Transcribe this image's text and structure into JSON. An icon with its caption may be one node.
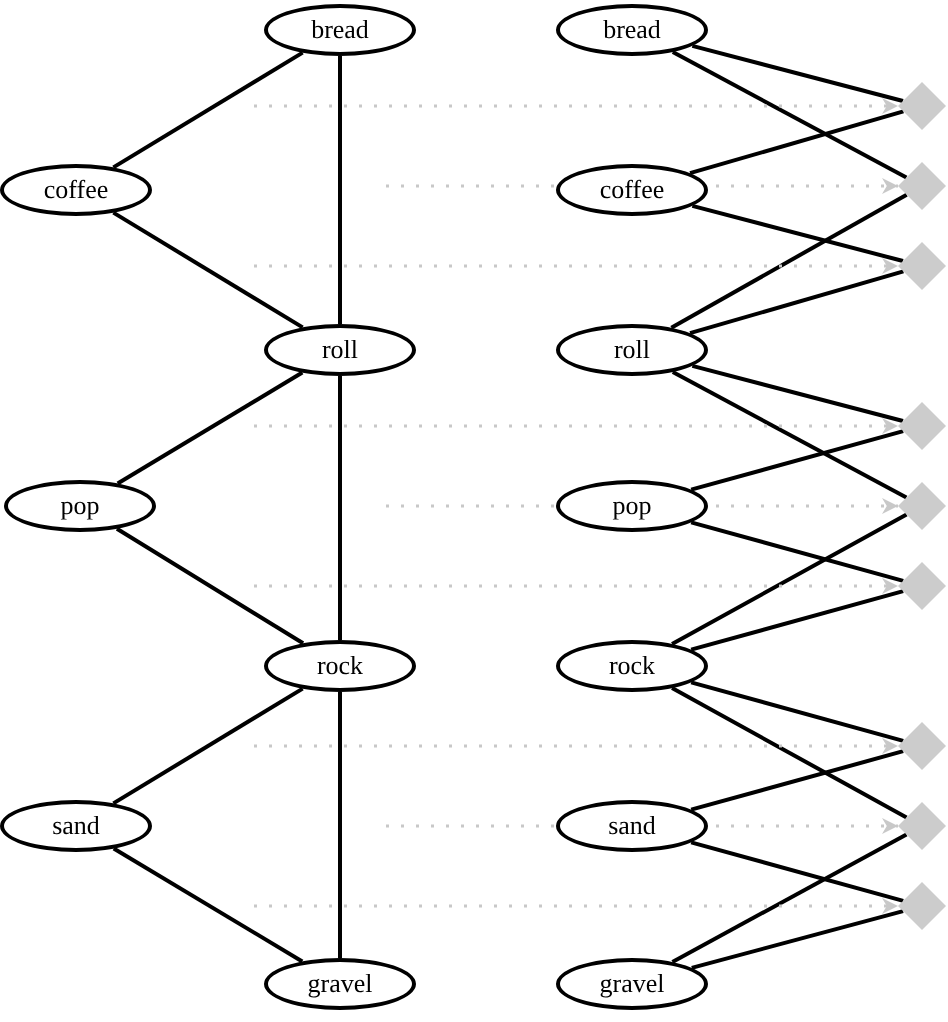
{
  "diagram": {
    "nodes": [
      {
        "text": [
          "bread"
        ]
      },
      {
        "text": [
          "coffee"
        ]
      },
      {
        "text": [
          "roll"
        ]
      },
      {
        "text": [
          "pop"
        ]
      },
      {
        "text": [
          "rock"
        ]
      },
      {
        "text": [
          "sand"
        ]
      },
      {
        "text": [
          "gravel"
        ]
      },
      {
        "text": [
          "bread"
        ]
      },
      {
        "text": [
          "coffee"
        ]
      },
      {
        "text": [
          "roll"
        ]
      },
      {
        "text": [
          "pop"
        ]
      },
      {
        "text": [
          "rock"
        ]
      },
      {
        "text": [
          "sand"
        ]
      },
      {
        "text": [
          "gravel"
        ]
      },
      {
        "text": [],
        "shape": "diamond"
      },
      {
        "text": [],
        "shape": "diamond"
      },
      {
        "text": [],
        "shape": "diamond"
      },
      {
        "text": [],
        "shape": "diamond"
      },
      {
        "text": [],
        "shape": "diamond"
      },
      {
        "text": [],
        "shape": "diamond"
      },
      {
        "text": [],
        "shape": "diamond"
      },
      {
        "text": [],
        "shape": "diamond"
      },
      {
        "text": [],
        "shape": "diamond"
      }
    ],
    "edges": [
      {
        "from": 0,
        "to": 1,
        "arrow": "none"
      },
      {
        "from": 0,
        "to": 2,
        "arrow": "none"
      },
      {
        "from": 1,
        "to": 2,
        "arrow": "none"
      },
      {
        "from": 2,
        "to": 3,
        "arrow": "none"
      },
      {
        "from": 2,
        "to": 4,
        "arrow": "none"
      },
      {
        "from": 3,
        "to": 4,
        "arrow": "none"
      },
      {
        "from": 4,
        "to": 5,
        "arrow": "none"
      },
      {
        "from": 4,
        "to": 6,
        "arrow": "none"
      },
      {
        "from": 5,
        "to": 6,
        "arrow": "none"
      },
      {
        "from": 7,
        "to": 14,
        "arrow": "none"
      },
      {
        "from": 8,
        "to": 14,
        "arrow": "none"
      },
      {
        "from": 7,
        "to": 15,
        "arrow": "none"
      },
      {
        "from": 9,
        "to": 15,
        "arrow": "none"
      },
      {
        "from": 8,
        "to": 16,
        "arrow": "none"
      },
      {
        "from": 9,
        "to": 16,
        "arrow": "none"
      },
      {
        "from": 9,
        "to": 17,
        "arrow": "none"
      },
      {
        "from": 10,
        "to": 17,
        "arrow": "none"
      },
      {
        "from": 9,
        "to": 18,
        "arrow": "none"
      },
      {
        "from": 11,
        "to": 18,
        "arrow": "none"
      },
      {
        "from": 10,
        "to": 19,
        "arrow": "none"
      },
      {
        "from": 11,
        "to": 19,
        "arrow": "none"
      },
      {
        "from": 11,
        "to": 20,
        "arrow": "none"
      },
      {
        "from": 12,
        "to": 20,
        "arrow": "none"
      },
      {
        "from": 11,
        "to": 21,
        "arrow": "none"
      },
      {
        "from": 13,
        "to": 21,
        "arrow": "none"
      },
      {
        "from": 12,
        "to": 22,
        "arrow": "none"
      },
      {
        "from": 13,
        "to": 22,
        "arrow": "none"
      },
      {
        "from": null,
        "to": 14,
        "arrow": "to",
        "style": "dashed",
        "color": "#c8c8c8"
      },
      {
        "from": null,
        "to": 15,
        "arrow": "to",
        "style": "dashed",
        "color": "#c8c8c8"
      },
      {
        "from": null,
        "to": 16,
        "arrow": "to",
        "style": "dashed",
        "color": "#c8c8c8"
      },
      {
        "from": null,
        "to": 17,
        "arrow": "to",
        "style": "dashed",
        "color": "#c8c8c8"
      },
      {
        "from": null,
        "to": 18,
        "arrow": "to",
        "style": "dashed",
        "color": "#c8c8c8"
      },
      {
        "from": null,
        "to": 19,
        "arrow": "to",
        "style": "dashed",
        "color": "#c8c8c8"
      },
      {
        "from": null,
        "to": 20,
        "arrow": "to",
        "style": "dashed",
        "color": "#c8c8c8"
      },
      {
        "from": null,
        "to": 21,
        "arrow": "to",
        "style": "dashed",
        "color": "#c8c8c8"
      },
      {
        "from": null,
        "to": 22,
        "arrow": "to",
        "style": "dashed",
        "color": "#c8c8c8"
      }
    ]
  }
}
